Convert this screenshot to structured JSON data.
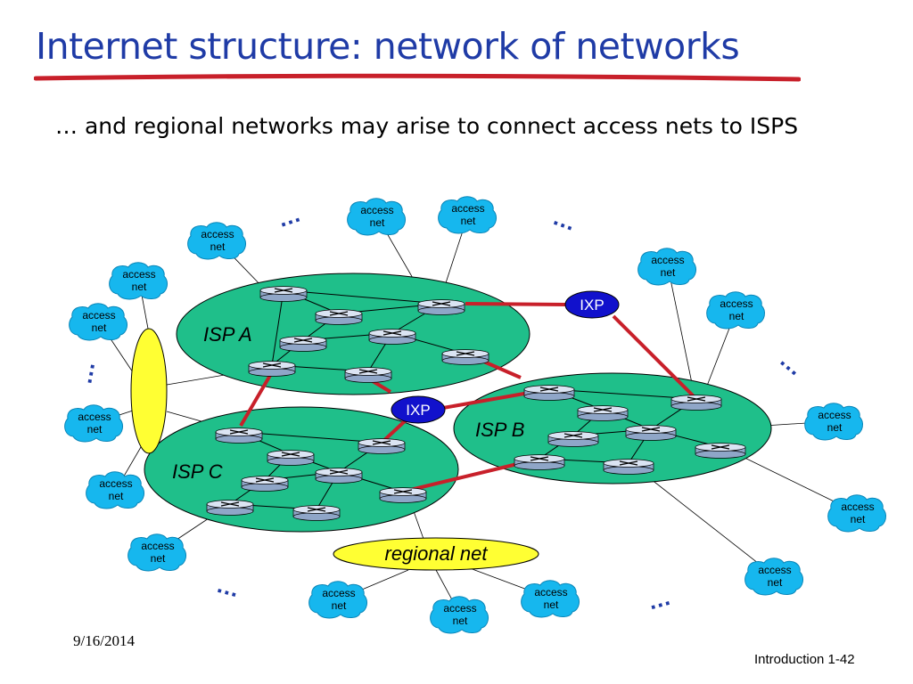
{
  "slide": {
    "title": "Internet structure: network of networks",
    "subtitle": "… and regional networks may arise to connect access nets to ISPS",
    "date": "9/16/2014",
    "footer": "Introduction 1-42"
  },
  "colors": {
    "title": "#1f3ba6",
    "underline": "#c8202a",
    "isp_fill": "#1fbf8a",
    "regional_fill": "#ffff33",
    "ixp_fill": "#1111cc",
    "access_net_fill": "#16b7ee",
    "link_red": "#c8202a"
  },
  "networks": {
    "isp_a": "ISP A",
    "isp_b": "ISP B",
    "isp_c": "ISP C",
    "regional": "regional net",
    "ixp_1": "IXP",
    "ixp_2": "IXP"
  },
  "access_net": {
    "line1": "access",
    "line2": "net"
  },
  "ellipsis": "…",
  "icons": [
    "router-icon",
    "cloud-icon"
  ]
}
